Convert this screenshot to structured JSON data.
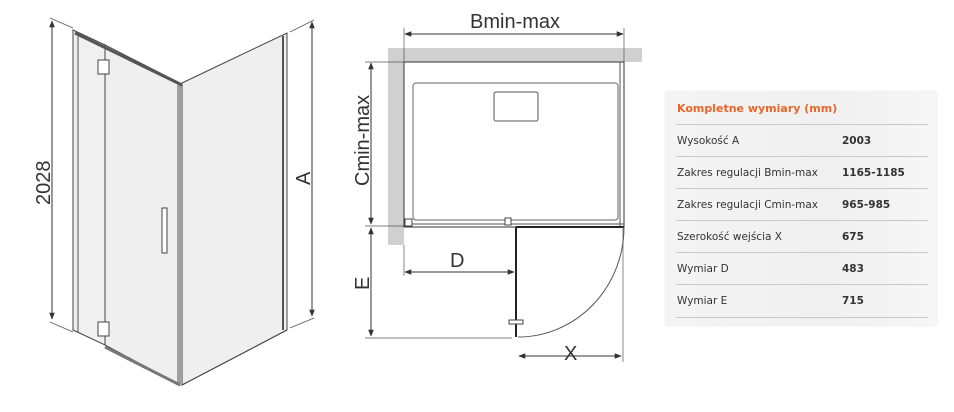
{
  "drawing_3d": {
    "height_label": "2028",
    "a_label": "A"
  },
  "plan": {
    "b_label": "Bmin-max",
    "c_label": "Cmin-max",
    "d_label": "D",
    "e_label": "E",
    "x_label": "X"
  },
  "table": {
    "title": "Kompletne wymiary (mm)",
    "rows": [
      {
        "label": "Wysokość A",
        "value": "2003"
      },
      {
        "label": "Zakres regulacji Bmin-max",
        "value": "1165-1185"
      },
      {
        "label": "Zakres regulacji Cmin-max",
        "value": "965-985"
      },
      {
        "label": "Szerokość wejścia X",
        "value": "675"
      },
      {
        "label": "Wymiar D",
        "value": "483"
      },
      {
        "label": "Wymiar E",
        "value": "715"
      }
    ]
  },
  "colors": {
    "accent": "#e8662a",
    "wall": "#d0d0d0",
    "glass": "#f2f2f2"
  }
}
